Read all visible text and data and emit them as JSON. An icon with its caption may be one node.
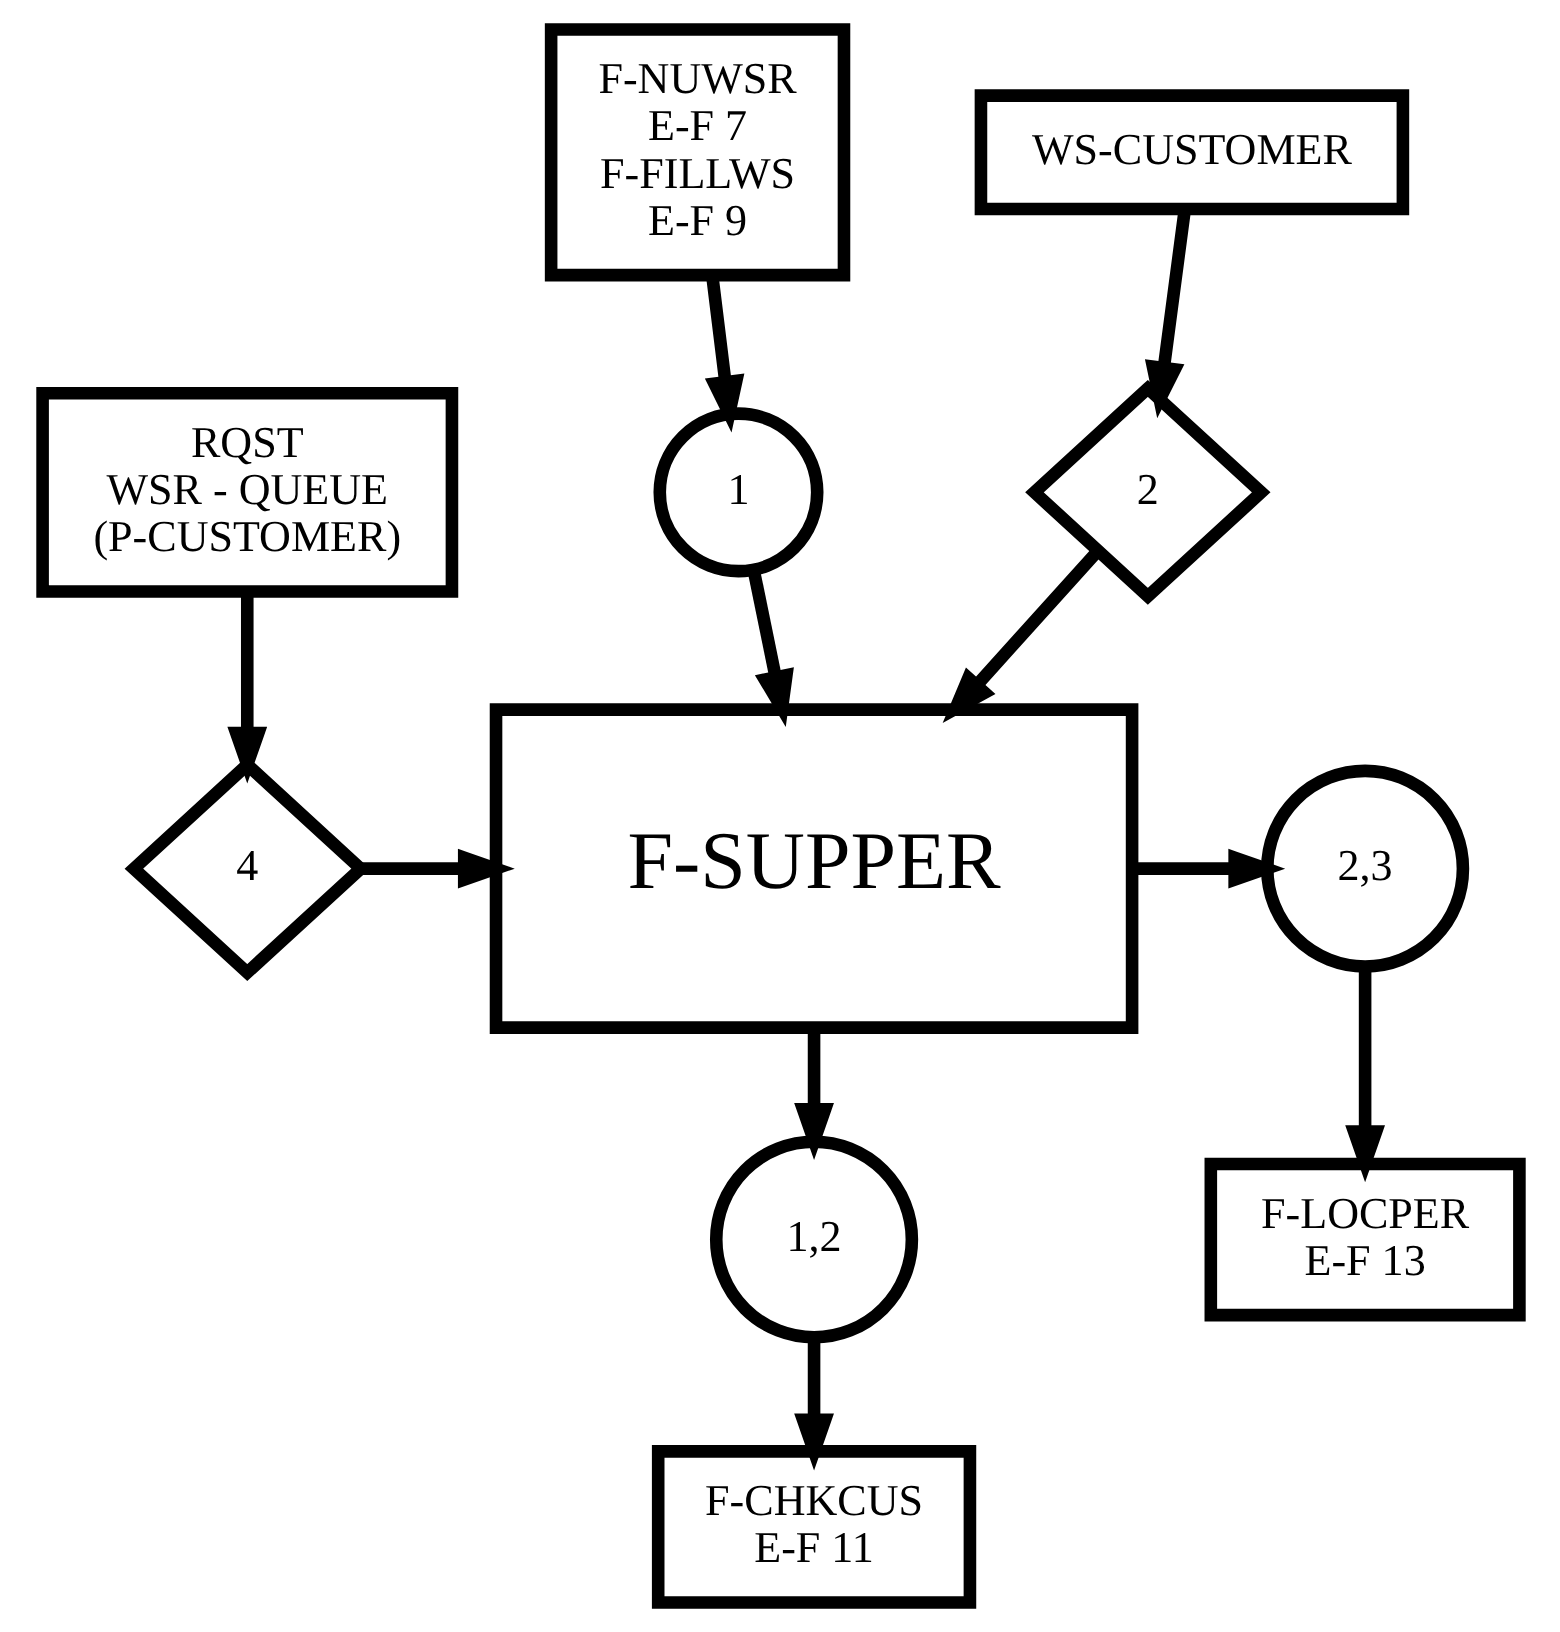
{
  "diagram": {
    "nodes": [
      {
        "text": [
          "F-NUWSR",
          "E-F 7",
          "F-FILLWS",
          "E-F 9"
        ]
      },
      {
        "text": [
          "WS-CUSTOMER"
        ]
      },
      {
        "text": [
          "1"
        ]
      },
      {
        "text": [
          "2"
        ]
      },
      {
        "text": [
          "F-SUPPER"
        ]
      },
      {
        "text": [
          "4"
        ]
      },
      {
        "text": [
          "2,3"
        ]
      },
      {
        "text": [
          "RQST",
          "WSR - QUEUE",
          "(P-CUSTOMER)"
        ]
      },
      {
        "text": [
          "1,2"
        ]
      },
      {
        "text": [
          "F-LOCPER",
          "E-F 13"
        ]
      },
      {
        "text": [
          "F-CHKCUS",
          "E-F 11"
        ]
      }
    ],
    "edges": [
      {
        "from": 0,
        "to": 2,
        "arrow": "to"
      },
      {
        "from": 1,
        "to": 3,
        "arrow": "to"
      },
      {
        "from": 2,
        "to": 4,
        "arrow": "to"
      },
      {
        "from": 3,
        "to": 4,
        "arrow": "to"
      },
      {
        "from": 7,
        "to": 5,
        "arrow": "to"
      },
      {
        "from": 5,
        "to": 4,
        "arrow": "to"
      },
      {
        "from": 4,
        "to": 6,
        "arrow": "to"
      },
      {
        "from": 6,
        "to": 9,
        "arrow": "to"
      },
      {
        "from": 4,
        "to": 8,
        "arrow": "to"
      },
      {
        "from": 8,
        "to": 10,
        "arrow": "to"
      }
    ]
  }
}
